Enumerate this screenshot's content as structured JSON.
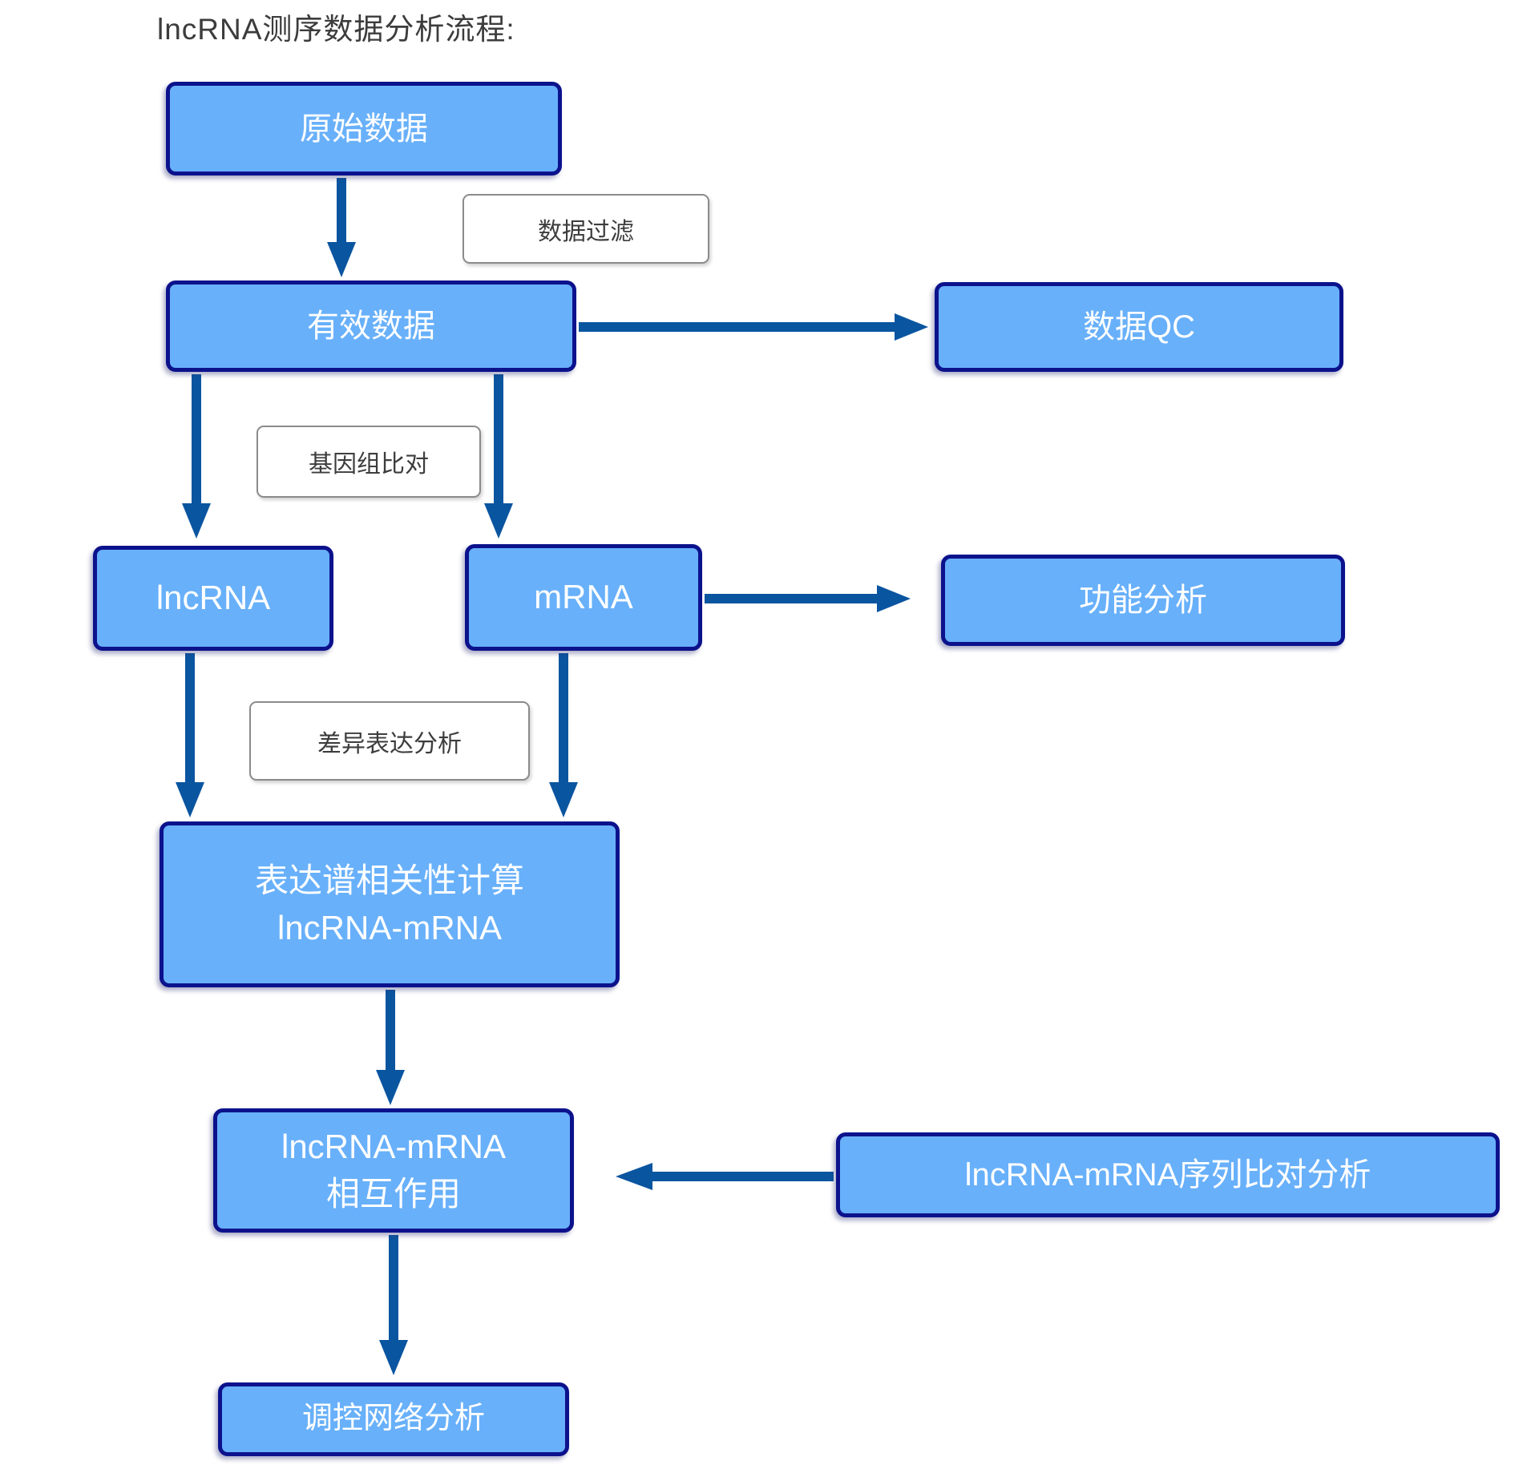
{
  "title": "lncRNA测序数据分析流程:",
  "nodes": {
    "raw_data": {
      "label": "原始数据"
    },
    "valid_data": {
      "label": "有效数据"
    },
    "data_qc": {
      "label": "数据QC"
    },
    "lncrna": {
      "label": "lncRNA"
    },
    "mrna": {
      "label": "mRNA"
    },
    "functional_analysis": {
      "label": "功能分析"
    },
    "expression_correlation": {
      "line1": "表达谱相关性计算",
      "line2": "lncRNA-mRNA"
    },
    "interaction": {
      "line1": "lncRNA-mRNA",
      "line2": "相互作用"
    },
    "sequence_alignment": {
      "label": "lncRNA-mRNA序列比对分析"
    },
    "regulatory_network": {
      "label": "调控网络分析"
    }
  },
  "edge_labels": {
    "data_filter": "数据过滤",
    "genome_alignment": "基因组比对",
    "diff_expression": "差异表达分析"
  },
  "colors": {
    "node_fill": "#68b0fa",
    "node_border": "#0c128c",
    "node_text": "#ffffff",
    "arrow": "#0a55a0",
    "label_border": "#8b8b8b",
    "label_text": "#3d3d3d",
    "title_text": "#3c3c3c"
  }
}
